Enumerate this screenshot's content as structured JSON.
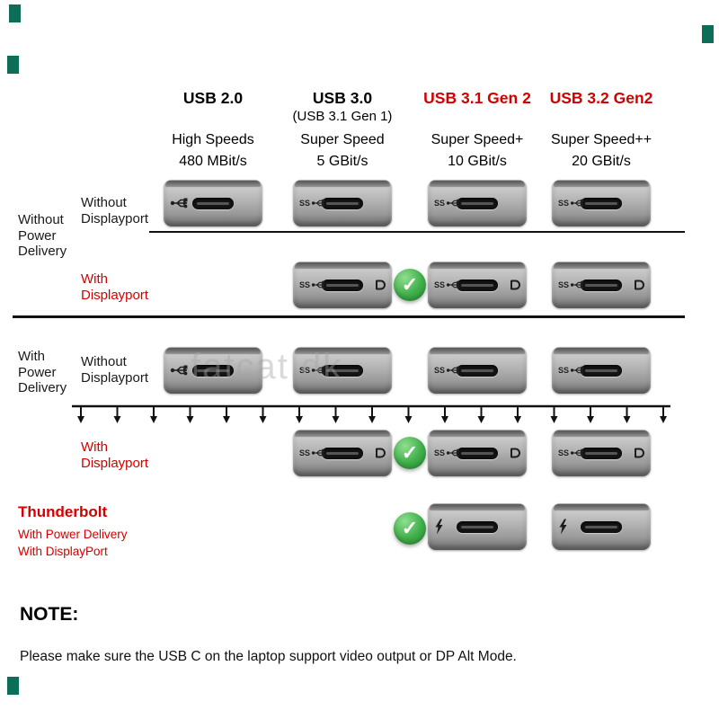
{
  "colors": {
    "red": "#d40000",
    "check_green": "#3fae49",
    "marker_teal": "#0d6e57"
  },
  "icons": {
    "check": "✓"
  },
  "watermark": {
    "text": "fatcat.dk"
  },
  "columns": [
    {
      "title": "USB 2.0",
      "subtitle": "",
      "speed_class": "High Speeds",
      "speed": "480 MBit/s"
    },
    {
      "title": "USB 3.0",
      "subtitle": "(USB 3.1 Gen 1)",
      "speed_class": "Super Speed",
      "speed": "5 GBit/s"
    },
    {
      "title": "USB 3.1 Gen 2",
      "subtitle": "",
      "speed_class": "Super Speed+",
      "speed": "10 GBit/s"
    },
    {
      "title": "USB 3.2 Gen2",
      "subtitle": "",
      "speed_class": "Super Speed++",
      "speed": "20 GBit/s"
    }
  ],
  "side_labels": {
    "without_pd": "Without\nPower\nDelivery",
    "without_dp_1": "Without\nDisplayport",
    "with_dp_1": "With\nDisplayport",
    "with_pd": "With\nPower\nDelivery",
    "without_dp_2": "Without\nDisplayport",
    "with_dp_2": "With\nDisplayport"
  },
  "thunderbolt": {
    "title": "Thunderbolt",
    "sub1": "With Power Delivery",
    "sub2": "With DisplayPort"
  },
  "note": {
    "title": "NOTE:",
    "text": "Please make sure the USB C on the laptop support video output or DP Alt Mode."
  },
  "matrix": {
    "rows": [
      {
        "name": "without-pd-without-dp",
        "check": false,
        "ports": [
          {
            "col": 0,
            "icon": "usb2"
          },
          {
            "col": 1,
            "icon": "ss"
          },
          {
            "col": 2,
            "icon": "ss"
          },
          {
            "col": 3,
            "icon": "ss"
          }
        ]
      },
      {
        "name": "without-pd-with-dp",
        "check": true,
        "ports": [
          {
            "col": 1,
            "icon": "ss",
            "dp": true
          },
          {
            "col": 2,
            "icon": "ss",
            "dp": true
          },
          {
            "col": 3,
            "icon": "ss",
            "dp": true
          }
        ]
      },
      {
        "name": "with-pd-without-dp",
        "check": false,
        "ports": [
          {
            "col": 0,
            "icon": "usb2"
          },
          {
            "col": 1,
            "icon": "ss"
          },
          {
            "col": 2,
            "icon": "ss"
          },
          {
            "col": 3,
            "icon": "ss"
          }
        ]
      },
      {
        "name": "with-pd-with-dp",
        "check": true,
        "ports": [
          {
            "col": 1,
            "icon": "ss",
            "dp": true
          },
          {
            "col": 2,
            "icon": "ss",
            "dp": true
          },
          {
            "col": 3,
            "icon": "ss",
            "dp": true
          }
        ]
      },
      {
        "name": "thunderbolt",
        "check": true,
        "ports": [
          {
            "col": 2,
            "icon": "tb"
          },
          {
            "col": 3,
            "icon": "tb"
          }
        ]
      }
    ]
  }
}
